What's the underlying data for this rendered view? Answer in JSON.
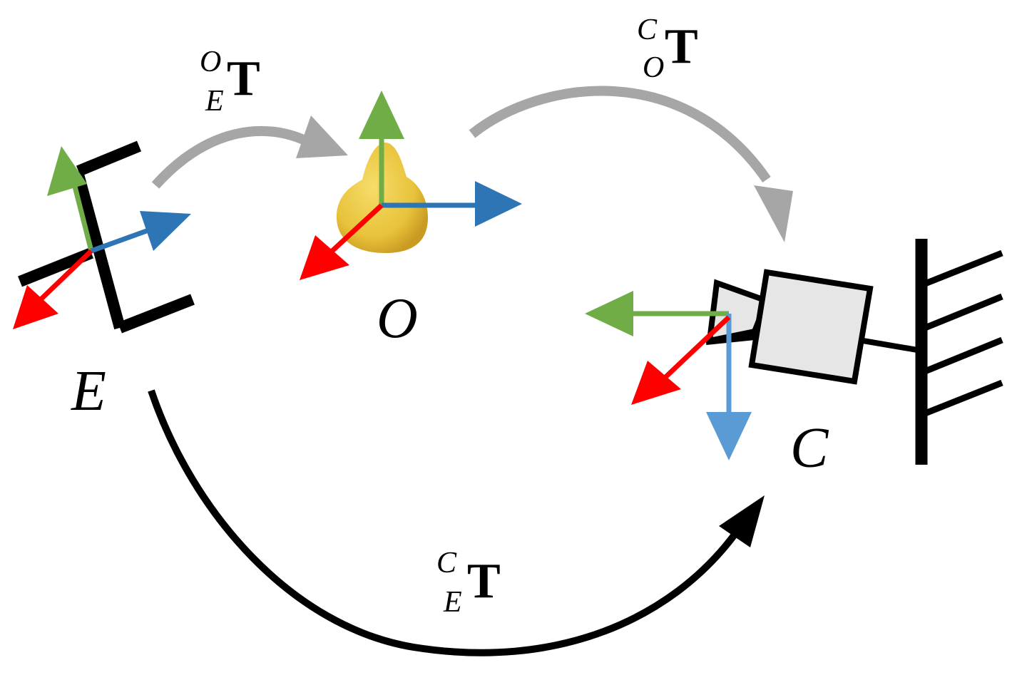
{
  "frames": {
    "gripper": {
      "label": "E"
    },
    "object": {
      "label": "O"
    },
    "camera": {
      "label": "C"
    }
  },
  "transforms": {
    "E_to_O": {
      "main": "T",
      "sup": "O",
      "sub": "E"
    },
    "O_to_C": {
      "main": "T",
      "sup": "C",
      "sub": "O"
    },
    "E_to_C": {
      "main": "T",
      "sup": "C",
      "sub": "E"
    }
  },
  "colors": {
    "axis_x": "#2e75b6",
    "axis_y": "#70ad47",
    "axis_z": "#ff0000",
    "camera_axis_x": "#5b9bd5",
    "transform_gray": "#a6a6a6",
    "transform_black": "#000000",
    "camera_body": "#e6e6e6",
    "pear": "#e8c23a"
  },
  "icons": {
    "object": "pear",
    "gripper": "parallel-gripper",
    "camera": "camera",
    "mount": "wall-mount"
  }
}
